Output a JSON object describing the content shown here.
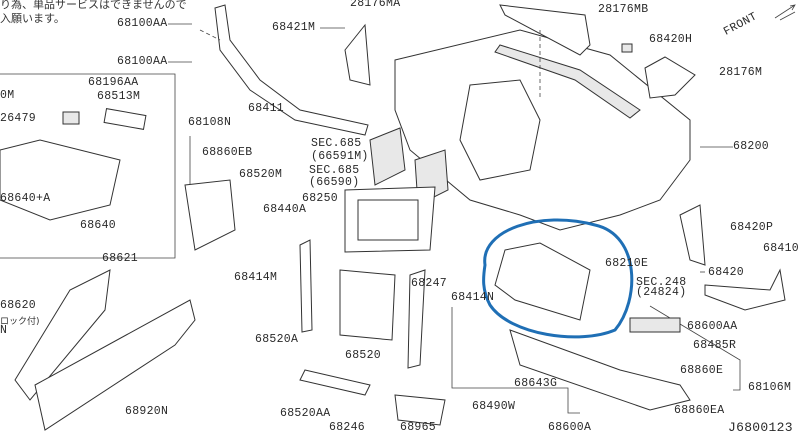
{
  "notes": [
    "り為、単品サービスはできませんので",
    "入願います。",
    "ロック付)"
  ],
  "labels": [
    "28176MA",
    "68100AA",
    "68100AA",
    "68421M",
    "68196AA",
    "68513M",
    "0M",
    "26479",
    "68411",
    "68108N",
    "68860EB",
    "68520M",
    "SEC.685",
    "(66591M)",
    "SEC.685",
    "(66590)",
    "68250",
    "68640+A",
    "68640",
    "68440A",
    "68621",
    "68414M",
    "68247",
    "68414N",
    "68620",
    "N",
    "68520A",
    "68520",
    "68920N",
    "68520AA",
    "68246",
    "68965",
    "28176MB",
    "68420H",
    "28176M",
    "FRONT",
    "68200",
    "68420P",
    "68410",
    "68210E",
    "68420",
    "SEC.248",
    "(24824)",
    "68600AA",
    "68485R",
    "68860E",
    "68106M",
    "68643G",
    "68490W",
    "68860EA",
    "68600A",
    "J6800123"
  ],
  "highlight_color": "#1f6fb5"
}
